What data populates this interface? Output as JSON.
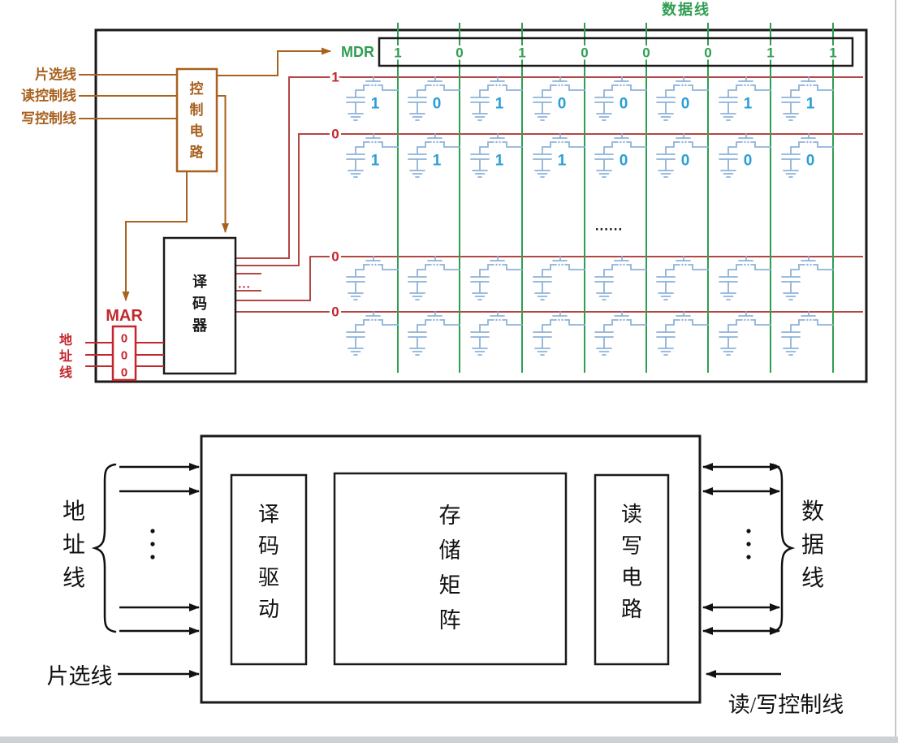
{
  "colors": {
    "data_green": "#2f9e53",
    "control_brown": "#a8611f",
    "address_red": "#c2272d",
    "wordline_red": "#b34745",
    "cell_blue": "#8fb3d9",
    "bit_blue": "#2a9fd6",
    "line_black": "#1a1a1a",
    "footer_gray": "#cdd1d4"
  },
  "top_diagram": {
    "data_line_label": "数据线",
    "mdr_label": "MDR",
    "mdr_bits": [
      "1",
      "0",
      "1",
      "0",
      "0",
      "0",
      "1",
      "1"
    ],
    "control_inputs": [
      {
        "label": "片选线"
      },
      {
        "label": "读控制线"
      },
      {
        "label": "写控制线"
      }
    ],
    "control_box_label": "控制电路",
    "decoder_label": "译码器",
    "decoder_output_ellipsis": "...",
    "matrix_ellipsis": "......",
    "mar_label": "MAR",
    "mar_bits": [
      "0",
      "0",
      "0"
    ],
    "address_line_label": "地址线",
    "word_line_labels": [
      "1",
      "0",
      "0",
      "0"
    ],
    "cell_rows": [
      {
        "bits": [
          "1",
          "0",
          "1",
          "0",
          "0",
          "0",
          "1",
          "1"
        ]
      },
      {
        "bits": [
          "1",
          "1",
          "1",
          "1",
          "0",
          "0",
          "0",
          "0"
        ]
      },
      {
        "bits": [
          "",
          "",
          "",
          "",
          "",
          "",
          "",
          ""
        ]
      },
      {
        "bits": [
          "",
          "",
          "",
          "",
          "",
          "",
          "",
          ""
        ]
      }
    ]
  },
  "bottom_diagram": {
    "decoder_driver_label": "译码驱动",
    "storage_matrix_label": "存储矩阵",
    "rw_circuit_label": "读写电路",
    "address_line_label": "地址线",
    "chip_select_label": "片选线",
    "data_line_label": "数据线",
    "rw_control_label": "读/写控制线"
  }
}
